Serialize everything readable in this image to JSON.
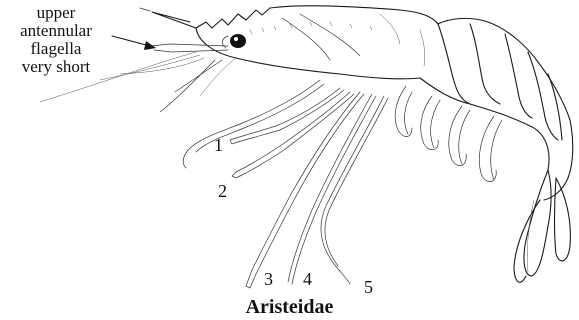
{
  "callout": {
    "lines": [
      "upper",
      "antennular",
      "flagella",
      "very short"
    ]
  },
  "legs": [
    {
      "id": "leg-1",
      "label": "1"
    },
    {
      "id": "leg-2",
      "label": "2"
    },
    {
      "id": "leg-3",
      "label": "3"
    },
    {
      "id": "leg-4",
      "label": "4"
    },
    {
      "id": "leg-5",
      "label": "5"
    }
  ],
  "caption": "Aristeidae"
}
